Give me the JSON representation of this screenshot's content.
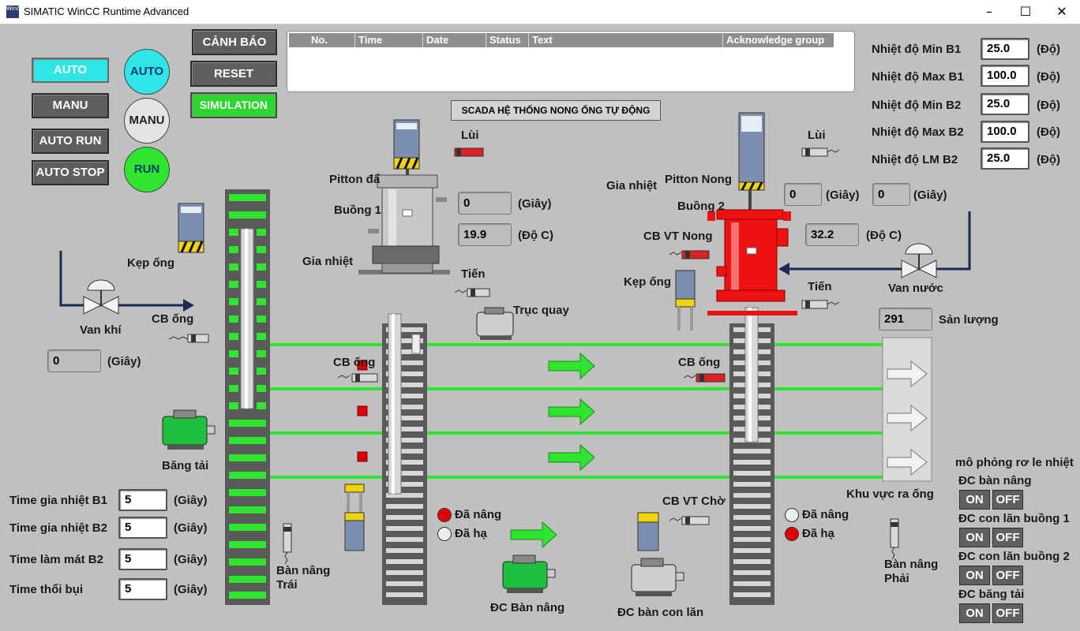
{
  "window": {
    "title": "SIMATIC WinCC Runtime Advanced",
    "icon_text": "WinCC",
    "controls": [
      "minimize-icon",
      "maximize-icon",
      "close-icon"
    ]
  },
  "mode_buttons": {
    "auto": "AUTO",
    "manu": "MANU",
    "auto_run": "AUTO RUN",
    "auto_stop": "AUTO STOP"
  },
  "mode_indicators": {
    "auto": "AUTO",
    "manu": "MANU",
    "run": "RUN"
  },
  "action_buttons": {
    "canh_bao": "CẢNH BÁO",
    "reset": "RESET",
    "simulation": "SIMULATION"
  },
  "alarm_table": {
    "columns": [
      "No.",
      "Time",
      "Date",
      "Status",
      "Text",
      "Acknowledge group"
    ],
    "rows": []
  },
  "screen_title": "SCADA HỆ THỐNG NONG ỐNG TỰ ĐỘNG",
  "setpoints": [
    {
      "label": "Nhiệt độ Min B1",
      "value": "25.0",
      "unit": "(Độ)"
    },
    {
      "label": "Nhiệt độ Max B1",
      "value": "100.0",
      "unit": "(Độ)"
    },
    {
      "label": "Nhiệt độ Min B2",
      "value": "25.0",
      "unit": "(Độ)"
    },
    {
      "label": "Nhiệt độ Max B2",
      "value": "100.0",
      "unit": "(Độ)"
    },
    {
      "label": "Nhiệt độ LM B2",
      "value": "25.0",
      "unit": "(Độ)"
    }
  ],
  "timers": [
    {
      "label": "Time gia nhiệt B1",
      "value": "5",
      "unit": "(Giây)"
    },
    {
      "label": "Time gia nhiệt B2",
      "value": "5",
      "unit": "(Giây)"
    },
    {
      "label": "Time làm mát B2",
      "value": "5",
      "unit": "(Giây)"
    },
    {
      "label": "Time thổi bụi",
      "value": "5",
      "unit": "(Giây)"
    }
  ],
  "left_area": {
    "kep_ong": "Kẹp ống",
    "van_khi": "Van khí",
    "cb_ong": "CB ống",
    "timer_value": "0",
    "timer_unit": "(Giây)",
    "bang_tai": "Băng tải",
    "ban_nang_trai": "Bàn nâng\nTrái"
  },
  "chamber1": {
    "pitton": "Pitton đẩy",
    "buong": "Buồng 1",
    "gia_nhiet": "Gia nhiệt",
    "lui": "Lùi",
    "tien": "Tiến",
    "time_value": "0",
    "time_unit": "(Giây)",
    "temp_value": "19.9",
    "temp_unit": "(Độ C)",
    "truc_quay": "Trục quay",
    "cb_ong": "CB ống"
  },
  "lift_status": {
    "da_nang": "Đã nâng",
    "da_ha": "Đã hạ",
    "dc_ban_nang": "ĐC Bàn nâng"
  },
  "chamber2": {
    "gia_nhiet": "Gia nhiệt",
    "pitton_nong": "Pitton Nong",
    "buong": "Buồng 2",
    "cb_vt_nong": "CB VT Nong",
    "kep_ong": "Kẹp ống",
    "lui": "Lùi",
    "tien": "Tiến",
    "time1_value": "0",
    "time1_unit": "(Giây)",
    "time2_value": "0",
    "time2_unit": "(Giây)",
    "temp_value": "32.2",
    "temp_unit": "(Độ C)",
    "van_nuoc": "Van nước",
    "cb_ong": "CB ống",
    "cb_vt_cho": "CB VT Chờ",
    "dc_ban_con_lan": "ĐC bàn con lăn",
    "da_nang": "Đã nâng",
    "da_ha": "Đã hạ"
  },
  "output": {
    "value": "291",
    "label": "Sản lượng",
    "khu_vuc": "Khu vực ra ống",
    "ban_nang_phai": "Bàn nâng\nPhải"
  },
  "relay_sim": {
    "title": "mô phỏng rơ le nhiệt",
    "groups": [
      {
        "label": "ĐC bàn nâng",
        "on": "ON",
        "off": "OFF"
      },
      {
        "label": "ĐC con lăn buồng 1",
        "on": "ON",
        "off": "OFF"
      },
      {
        "label": "ĐC con lăn buồng 2",
        "on": "ON",
        "off": "OFF"
      },
      {
        "label": "ĐC băng tải",
        "on": "ON",
        "off": "OFF"
      }
    ]
  },
  "colors": {
    "background": "#c0c0c0",
    "active_green": "#2ee62e",
    "cyan": "#2ee6e6",
    "heater_red": "#ee1111",
    "sensor_red": "#e02020"
  }
}
